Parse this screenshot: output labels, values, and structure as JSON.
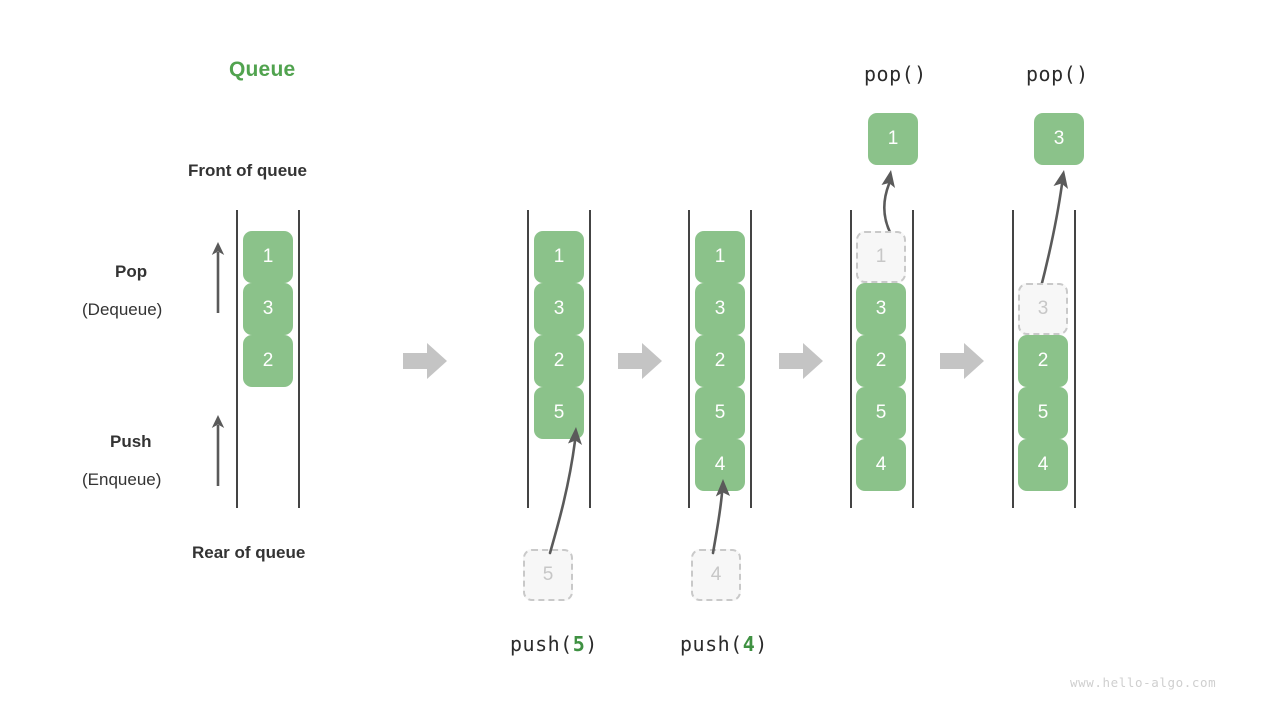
{
  "title": "Queue",
  "labels": {
    "front_of_queue": "Front of queue",
    "rear_of_queue": "Rear of queue",
    "pop": "Pop",
    "dequeue": "(Dequeue)",
    "push": "Push",
    "enqueue": "(Enqueue)"
  },
  "colors": {
    "accent_green": "#51a34f",
    "cell_green": "#8bc28a",
    "ghost_fill": "#f7f7f7",
    "ghost_border": "#c9c9c9",
    "arrow_gray": "#c4c4c4",
    "line_gray": "#5a5a5a",
    "text_dark": "#333333",
    "watermark": "#cfcfcf"
  },
  "watermark": "www.hello-algo.com",
  "chart_data": {
    "type": "diagram",
    "title": "Queue",
    "description": "Queue push (enqueue) and pop (dequeue) operation sequence",
    "stages": [
      {
        "id": "stage-initial",
        "operation": "",
        "operation_arg": "",
        "cells": [
          "1",
          "3",
          "2"
        ],
        "incoming_cell": "",
        "popped_cell": "",
        "ghost_index": -1
      },
      {
        "id": "stage-push-5",
        "operation": "push",
        "operation_arg": "5",
        "cells": [
          "1",
          "3",
          "2",
          "5"
        ],
        "incoming_cell": "5",
        "popped_cell": "",
        "ghost_index": -1
      },
      {
        "id": "stage-push-4",
        "operation": "push",
        "operation_arg": "4",
        "cells": [
          "1",
          "3",
          "2",
          "5",
          "4"
        ],
        "incoming_cell": "4",
        "popped_cell": "",
        "ghost_index": -1
      },
      {
        "id": "stage-pop-1",
        "operation": "pop()",
        "operation_arg": "",
        "cells": [
          "1",
          "3",
          "2",
          "5",
          "4"
        ],
        "incoming_cell": "",
        "popped_cell": "1",
        "ghost_index": 0
      },
      {
        "id": "stage-pop-3",
        "operation": "pop()",
        "operation_arg": "",
        "cells": [
          "3",
          "2",
          "5",
          "4"
        ],
        "incoming_cell": "",
        "popped_cell": "3",
        "ghost_index": 0
      }
    ]
  },
  "stage1": {
    "cells": [
      "1",
      "3",
      "2"
    ]
  },
  "stage2": {
    "cells": [
      "1",
      "3",
      "2",
      "5"
    ],
    "incoming": "5",
    "op_name": "push(",
    "op_arg": "5",
    "op_close": ")"
  },
  "stage3": {
    "cells": [
      "1",
      "3",
      "2",
      "5",
      "4"
    ],
    "incoming": "4",
    "op_name": "push(",
    "op_arg": "4",
    "op_close": ")"
  },
  "stage4": {
    "op": "pop()",
    "popped": "1",
    "ghost": "1",
    "cells": [
      "3",
      "2",
      "5",
      "4"
    ]
  },
  "stage5": {
    "op": "pop()",
    "popped": "3",
    "ghost": "3",
    "cells": [
      "2",
      "5",
      "4"
    ]
  }
}
